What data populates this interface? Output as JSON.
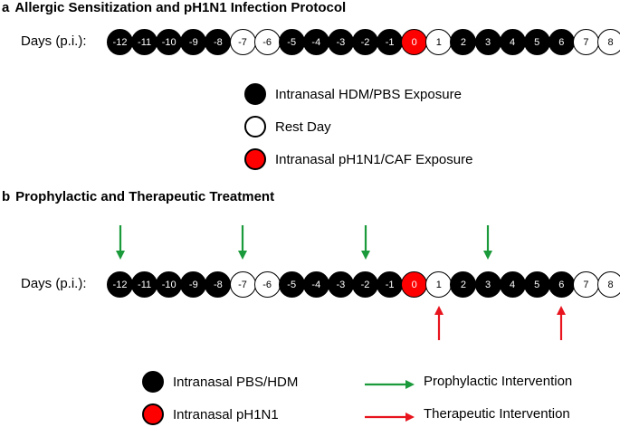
{
  "panel_a": {
    "letter": "a",
    "title": "Allergic Sensitization and pH1N1 Infection Protocol",
    "days_label": "Days (p.i.):",
    "legend": [
      {
        "type": "exp",
        "label": "Intranasal HDM/PBS Exposure"
      },
      {
        "type": "rest",
        "label": "Rest Day"
      },
      {
        "type": "inf",
        "label": "Intranasal pH1N1/CAF Exposure"
      }
    ]
  },
  "panel_b": {
    "letter": "b",
    "title": "Prophylactic and Therapeutic Treatment",
    "days_label": "Days (p.i.):",
    "legend": [
      {
        "type": "exp",
        "label": "Intranasal PBS/HDM"
      },
      {
        "type": "inf",
        "label": "Intranasal pH1N1"
      }
    ],
    "arrow_legend": [
      {
        "type": "prophylactic",
        "label": "Prophylactic Intervention"
      },
      {
        "type": "therapeutic",
        "label": "Therapeutic Intervention"
      }
    ],
    "prophylactic_days": [
      "-12",
      "-7",
      "-2",
      "3"
    ],
    "therapeutic_days": [
      "1",
      "6"
    ]
  },
  "days": [
    {
      "label": "-12",
      "type": "exp"
    },
    {
      "label": "-11",
      "type": "exp"
    },
    {
      "label": "-10",
      "type": "exp"
    },
    {
      "label": "-9",
      "type": "exp"
    },
    {
      "label": "-8",
      "type": "exp"
    },
    {
      "label": "-7",
      "type": "rest"
    },
    {
      "label": "-6",
      "type": "rest"
    },
    {
      "label": "-5",
      "type": "exp"
    },
    {
      "label": "-4",
      "type": "exp"
    },
    {
      "label": "-3",
      "type": "exp"
    },
    {
      "label": "-2",
      "type": "exp"
    },
    {
      "label": "-1",
      "type": "exp"
    },
    {
      "label": "0",
      "type": "inf"
    },
    {
      "label": "1",
      "type": "rest"
    },
    {
      "label": "2",
      "type": "exp"
    },
    {
      "label": "3",
      "type": "exp"
    },
    {
      "label": "4",
      "type": "exp"
    },
    {
      "label": "5",
      "type": "exp"
    },
    {
      "label": "6",
      "type": "exp"
    },
    {
      "label": "7",
      "type": "rest"
    },
    {
      "label": "8",
      "type": "rest"
    }
  ],
  "colors": {
    "exposure": "#000000",
    "rest": "#ffffff",
    "infection": "#ff0000",
    "prophylactic_arrow": "#1a9a3a",
    "therapeutic_arrow": "#e8141e"
  }
}
